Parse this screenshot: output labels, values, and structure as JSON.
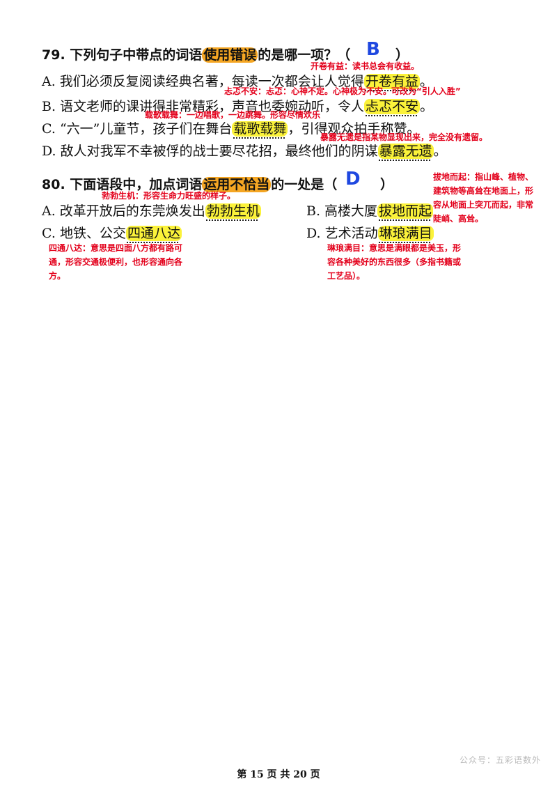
{
  "q79": {
    "title_pre": "79. 下列句子中带点的词语",
    "title_hl": "使用错误",
    "title_post": "的是哪一项？（",
    "title_close": "）",
    "answer": "B",
    "options": [
      {
        "pre": "A. 我们必须反复阅读经典名著，每读一次都会让人觉得",
        "term": "开卷有益",
        "post": "。"
      },
      {
        "pre": "B. 语文老师的课讲得非常精彩，声音也委婉动听，令人",
        "term": "忐忑不安",
        "post": "。"
      },
      {
        "pre": "C. “六一”儿童节，孩子们在舞台",
        "term": "载歌载舞",
        "post": "，引得观众拍手称赞。"
      },
      {
        "pre": "D. 敌人对我军不幸被俘的战士要尽花招，最终他们的阴谋",
        "term": "暴露无遗",
        "post": "。"
      }
    ],
    "notes": [
      "开卷有益：读书总会有收益。",
      "忐忑不安：忐忑：心神不定。心神极为不安。可改为“引人入胜”",
      "载歌载舞：一边唱歌，一边跳舞。形容尽情欢乐",
      "暴露无遗是指某物显现出来，完全没有遗留。"
    ]
  },
  "q80": {
    "title_pre": "80. 下面语段中，加点词语",
    "title_hl": "运用不恰当",
    "title_post": "的一处是（",
    "title_close": "）",
    "answer": "D",
    "options": [
      {
        "pre": "A. 改革开放后的东莞焕发出",
        "term": "勃勃生机"
      },
      {
        "pre": "B. 高楼大厦",
        "term": "拔地而起"
      },
      {
        "pre": "C. 地铁、公交",
        "term": "四通八达"
      },
      {
        "pre": "D. 艺术活动",
        "term": "琳琅满目"
      }
    ],
    "notes": {
      "bobo": "勃勃生机：形容生命力旺盛的样子。",
      "badi": "拔地而起：指山峰、植物、建筑物等高耸在地面上，形容从地面上突兀而起，非常陡峭、高耸。",
      "sitong": "四通八达：意思是四面八方都有路可通，形容交通极便利，也形容通向各方。",
      "linlang": "琳琅满目：意思是满眼都是美玉，形容各种美好的东西很多（多指书籍或工艺品）。"
    }
  },
  "footer": "第 15 页 共 20 页",
  "watermark": "公众号：五彩语数外",
  "colors": {
    "annotation": "#e3001b",
    "answer": "#1f48e0",
    "highlight_orange": "#f5a623",
    "highlight_yellow": "#fbf23a"
  }
}
